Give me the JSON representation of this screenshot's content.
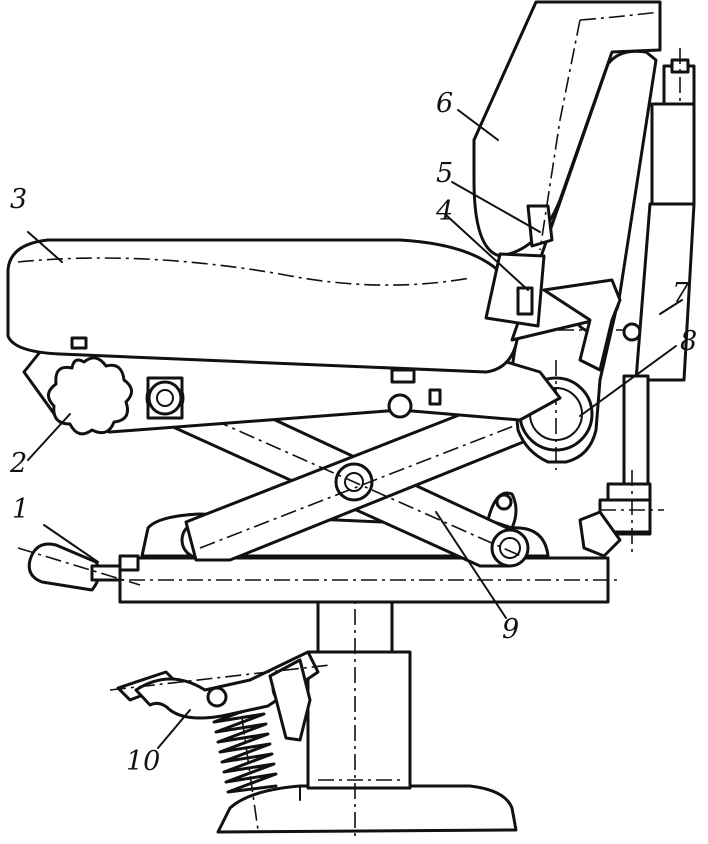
{
  "figure": {
    "callouts": [
      {
        "id": "1",
        "text": "1"
      },
      {
        "id": "2",
        "text": "2"
      },
      {
        "id": "3",
        "text": "3"
      },
      {
        "id": "4",
        "text": "4"
      },
      {
        "id": "5",
        "text": "5"
      },
      {
        "id": "6",
        "text": "6"
      },
      {
        "id": "7",
        "text": "7"
      },
      {
        "id": "8",
        "text": "8"
      },
      {
        "id": "9",
        "text": "9"
      },
      {
        "id": "10",
        "text": "10"
      }
    ]
  }
}
